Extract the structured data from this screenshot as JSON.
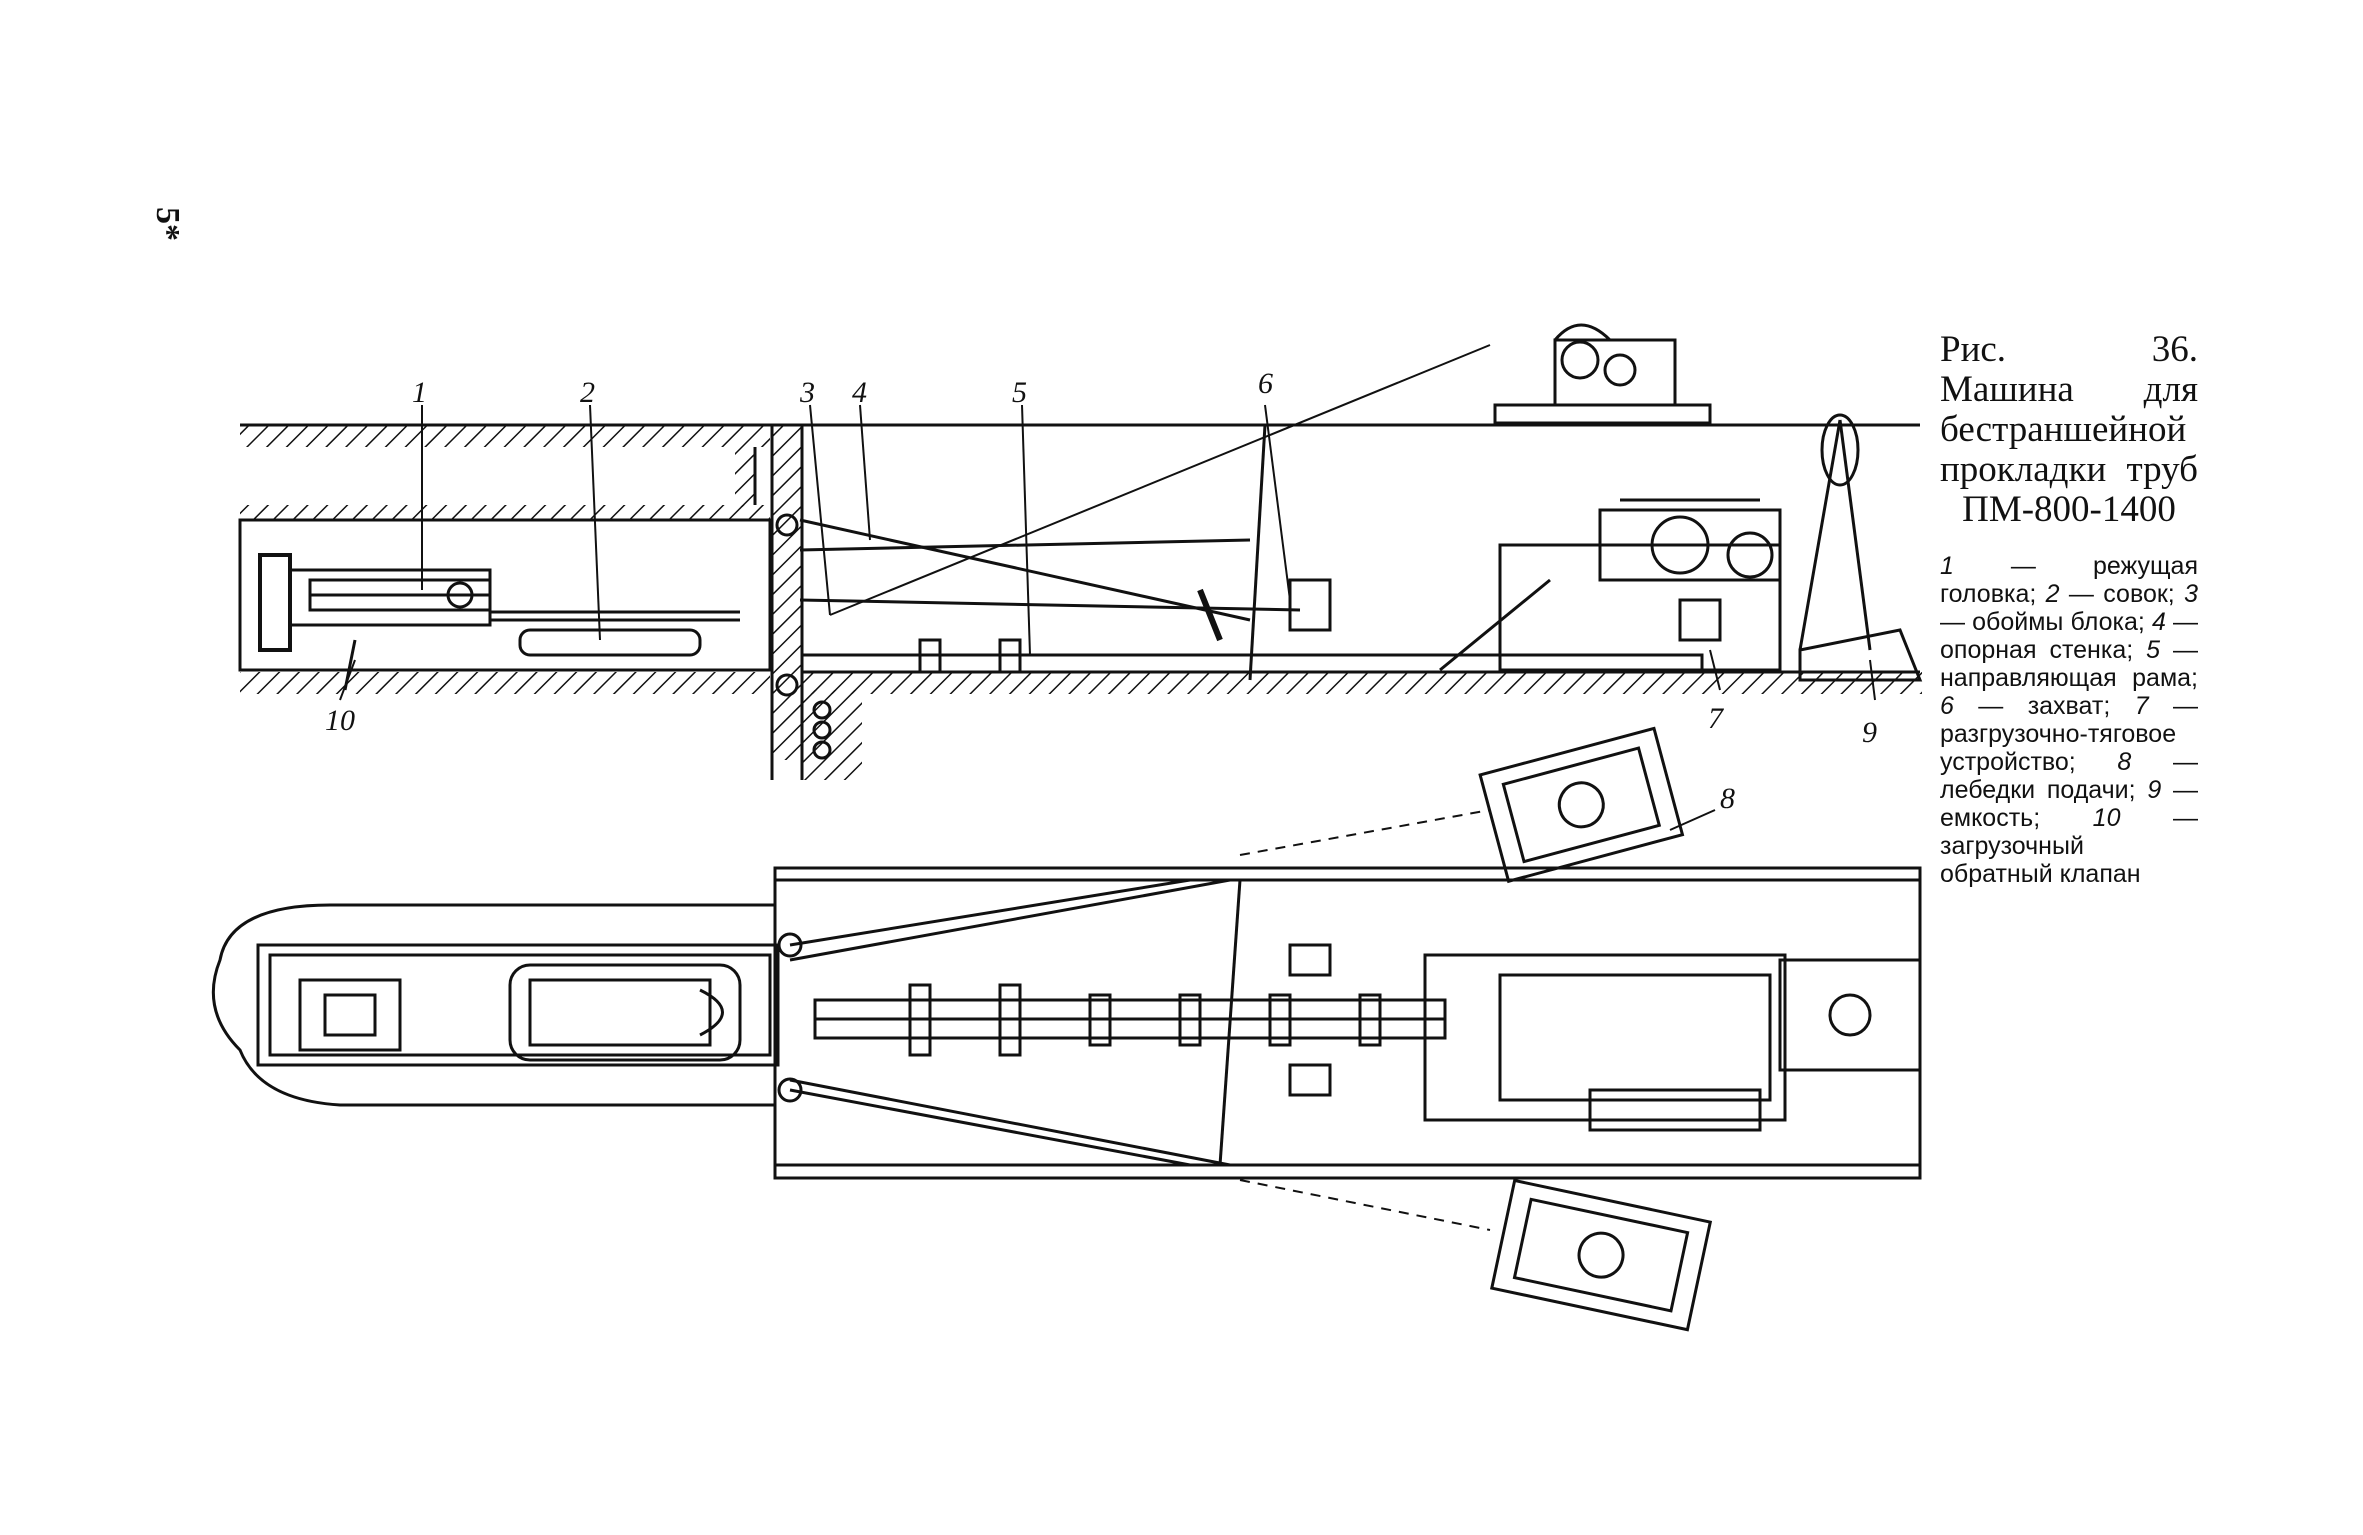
{
  "page": {
    "margin_mark": "5*"
  },
  "caption": {
    "title": "Рис. 36. Машина для бестраншейной прокладки труб ПМ-800-1400",
    "legend": [
      {
        "num": "1",
        "text": "режущая головка"
      },
      {
        "num": "2",
        "text": "совок"
      },
      {
        "num": "3",
        "text": "обоймы блока"
      },
      {
        "num": "4",
        "text": "опорная стенка"
      },
      {
        "num": "5",
        "text": "направляющая рама"
      },
      {
        "num": "6",
        "text": "захват"
      },
      {
        "num": "7",
        "text": "разгрузочно-тяговое устройство"
      },
      {
        "num": "8",
        "text": "лебедки подачи"
      },
      {
        "num": "9",
        "text": "емкость"
      },
      {
        "num": "10",
        "text": "загрузочный обратный клапан"
      }
    ]
  },
  "callouts": [
    "1",
    "2",
    "3",
    "4",
    "5",
    "6",
    "7",
    "8",
    "9",
    "10"
  ],
  "colors": {
    "ink": "#111111",
    "paper": "#ffffff"
  }
}
